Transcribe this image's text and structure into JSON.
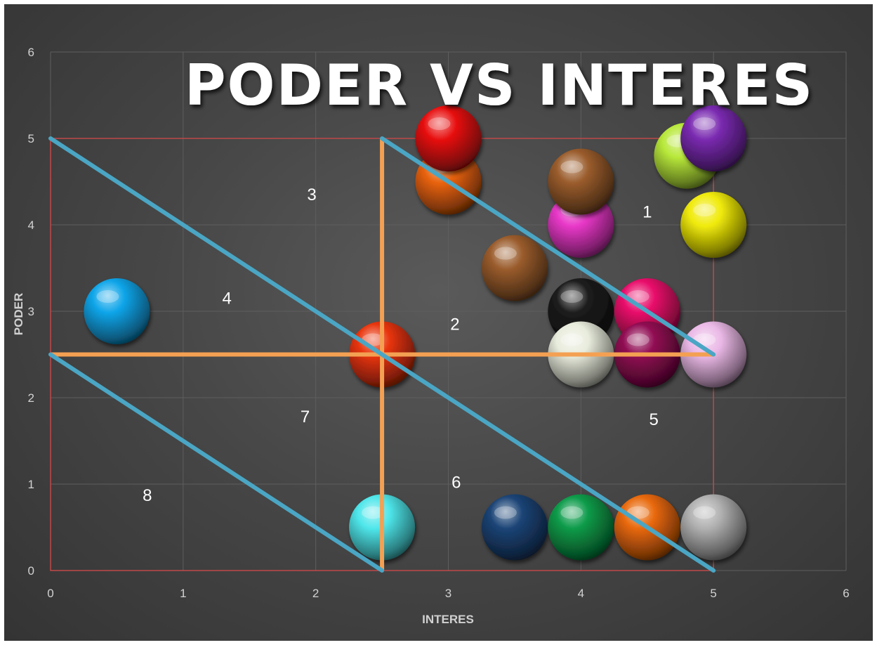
{
  "chart_data": {
    "type": "scatter",
    "title": "PODER VS INTERES",
    "xlabel": "INTERES",
    "ylabel": "PODER",
    "xlim": [
      0,
      6
    ],
    "ylim": [
      0,
      6
    ],
    "x_ticks": [
      "0",
      "1",
      "2",
      "3",
      "4",
      "5",
      "6"
    ],
    "y_ticks": [
      "0",
      "1",
      "2",
      "3",
      "4",
      "5",
      "6"
    ],
    "grid": true,
    "legend": "none",
    "points": [
      {
        "x": 0.5,
        "y": 3.0,
        "color": "#0ea5e9"
      },
      {
        "x": 2.5,
        "y": 2.5,
        "color": "#e8340c"
      },
      {
        "x": 2.5,
        "y": 0.5,
        "color": "#4ee6ea"
      },
      {
        "x": 3.0,
        "y": 4.5,
        "color": "#e8620c"
      },
      {
        "x": 3.0,
        "y": 5.0,
        "color": "#e81010"
      },
      {
        "x": 3.5,
        "y": 3.5,
        "color": "#9a5c2c"
      },
      {
        "x": 3.5,
        "y": 0.5,
        "color": "#1b4476"
      },
      {
        "x": 4.0,
        "y": 4.0,
        "color": "#e838c8"
      },
      {
        "x": 4.0,
        "y": 4.5,
        "color": "#9a5c2c"
      },
      {
        "x": 4.0,
        "y": 3.0,
        "color": "#1c1c1c"
      },
      {
        "x": 4.0,
        "y": 2.5,
        "color": "#e8ecdc"
      },
      {
        "x": 4.0,
        "y": 0.5,
        "color": "#0a9a48"
      },
      {
        "x": 4.5,
        "y": 3.0,
        "color": "#e80c6a"
      },
      {
        "x": 4.5,
        "y": 2.5,
        "color": "#900a52"
      },
      {
        "x": 4.5,
        "y": 0.5,
        "color": "#e8680a"
      },
      {
        "x": 4.8,
        "y": 4.8,
        "color": "#b8e83a"
      },
      {
        "x": 5.0,
        "y": 5.0,
        "color": "#7a2ab0"
      },
      {
        "x": 5.0,
        "y": 4.0,
        "color": "#f0ea08"
      },
      {
        "x": 5.0,
        "y": 2.5,
        "color": "#eab8e6"
      },
      {
        "x": 5.0,
        "y": 0.5,
        "color": "#b0b0b0"
      }
    ],
    "zone_labels": [
      {
        "text": "1",
        "x": 4.5,
        "y": 4.15
      },
      {
        "text": "2",
        "x": 3.05,
        "y": 2.85
      },
      {
        "text": "3",
        "x": 1.97,
        "y": 4.35
      },
      {
        "text": "4",
        "x": 1.33,
        "y": 3.15
      },
      {
        "text": "5",
        "x": 4.55,
        "y": 1.75
      },
      {
        "text": "6",
        "x": 3.06,
        "y": 1.02
      },
      {
        "text": "7",
        "x": 1.92,
        "y": 1.78
      },
      {
        "text": "8",
        "x": 0.73,
        "y": 0.87
      }
    ],
    "diagonal_lines": [
      {
        "x1": 0.0,
        "y1": 5.0,
        "x2": 5.0,
        "y2": 0.0
      },
      {
        "x1": 2.5,
        "y1": 5.0,
        "x2": 5.0,
        "y2": 2.5
      },
      {
        "x1": 0.0,
        "y1": 2.5,
        "x2": 2.5,
        "y2": 0.0
      }
    ],
    "divider_lines": [
      {
        "x1": 0.0,
        "y1": 2.5,
        "x2": 5.0,
        "y2": 2.5
      },
      {
        "x1": 2.5,
        "y1": 0.0,
        "x2": 2.5,
        "y2": 5.0
      }
    ],
    "outline_box": {
      "x1": 0.0,
      "y1": 0.0,
      "x2": 5.0,
      "y2": 5.0
    },
    "colors": {
      "diagonal": "#4aa6c4",
      "divider": "#f4a052",
      "outline": "#c04848",
      "grid": "#5e5e5e"
    }
  }
}
